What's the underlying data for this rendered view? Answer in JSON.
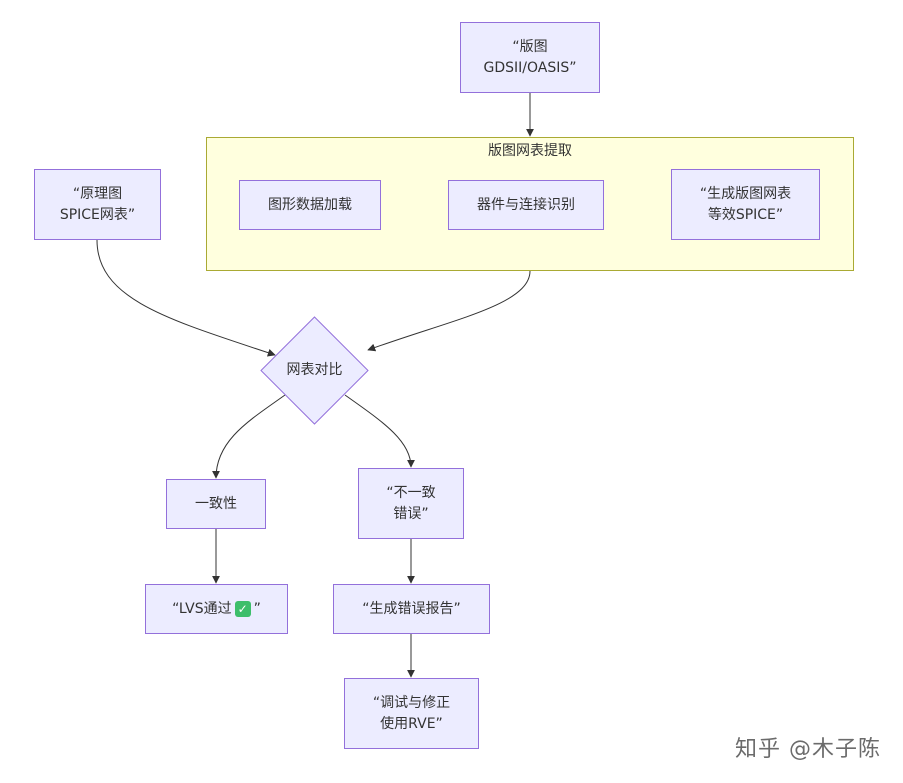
{
  "nodes": {
    "layout": {
      "line1": "“版图",
      "line2": "GDSII/OASIS”"
    },
    "schematic": {
      "line1": "“原理图",
      "line2": "SPICE网表”"
    },
    "load": {
      "label": "图形数据加载"
    },
    "recognize": {
      "label": "器件与连接识别"
    },
    "generate": {
      "line1": "“生成版图网表",
      "line2": "等效SPICE”"
    },
    "compare": {
      "label": "网表对比"
    },
    "consistent": {
      "label": "一致性"
    },
    "inconsistent": {
      "line1": "“不一致",
      "line2": "错误”"
    },
    "lvs_pass": {
      "prefix": "“LVS通过",
      "suffix": "”",
      "icon": "check-mark-icon"
    },
    "report": {
      "label": "“生成错误报告”"
    },
    "debug": {
      "line1": "“调试与修正",
      "line2": "使用RVE”"
    }
  },
  "cluster": {
    "title": "版图网表提取"
  },
  "watermark": {
    "text": "知乎 @木子陈"
  },
  "colors": {
    "node_fill": "#ECECFF",
    "node_border": "#9370DB",
    "cluster_fill": "#FFFFDE",
    "cluster_border": "#AAAA33",
    "edge": "#333333",
    "check": "#3DBE6B"
  }
}
